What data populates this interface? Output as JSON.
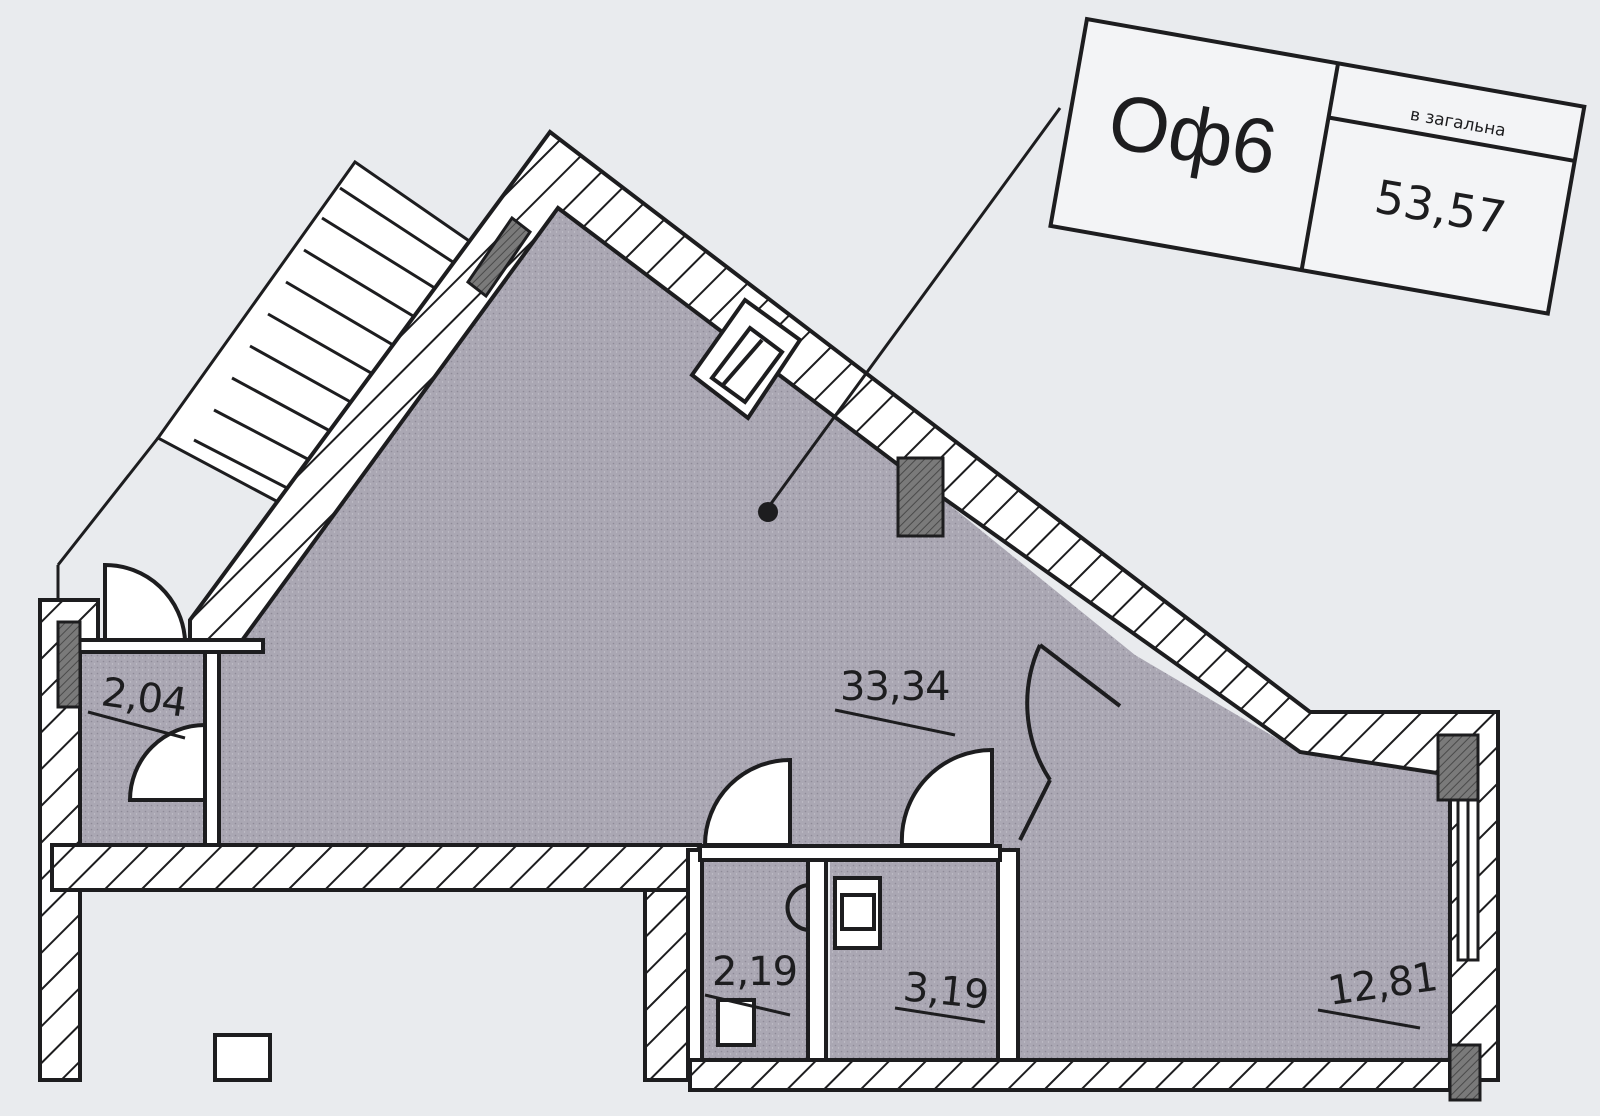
{
  "unit": {
    "name": "Оф6",
    "total_label": "в загальна",
    "total_area": "53,57"
  },
  "rooms": [
    {
      "id": "main-office",
      "area": "33,34"
    },
    {
      "id": "office-right",
      "area": "12,81"
    },
    {
      "id": "vestibule",
      "area": "2,04"
    },
    {
      "id": "bathroom-1",
      "area": "2,19"
    },
    {
      "id": "bathroom-2",
      "area": "3,19"
    }
  ],
  "colors": {
    "paper": "#e9ebee",
    "floor": "#a9a6b2",
    "wall": "#1d1d1f",
    "column": "#6c6c6c"
  }
}
